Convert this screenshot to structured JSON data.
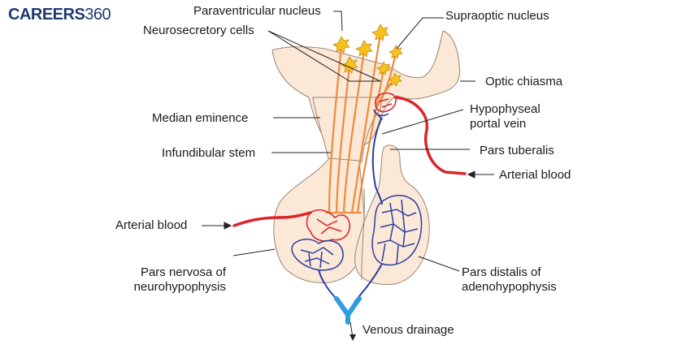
{
  "brand": {
    "part1": "CAREERS",
    "part2": "360"
  },
  "labels": {
    "paraventricular": "Paraventricular nucleus",
    "supraoptic": "Supraoptic nucleus",
    "neurosecretory": "Neurosecretory cells",
    "optic_chiasma": "Optic chiasma",
    "median_eminence": "Median eminence",
    "hypophyseal_line1": "Hypophyseal",
    "hypophyseal_line2": "portal vein",
    "infundibular": "Infundibular stem",
    "pars_tuberalis": "Pars tuberalis",
    "arterial_right": "Arterial blood",
    "arterial_left": "Arterial blood",
    "nervosa_line1": "Pars nervosa of",
    "nervosa_line2": "neurohypophysis",
    "distalis_line1": "Pars distalis of",
    "distalis_line2": "adenohypophysis",
    "venous": "Venous drainage"
  },
  "colors": {
    "tissue": "#fbe8d6",
    "tissue_outline": "#9c8472",
    "axon": "#ef8a3b",
    "artery": "#d9262b",
    "vein": "#2b3ea0",
    "venous_drain": "#2f9be0",
    "neuron": "#f7c21e"
  }
}
